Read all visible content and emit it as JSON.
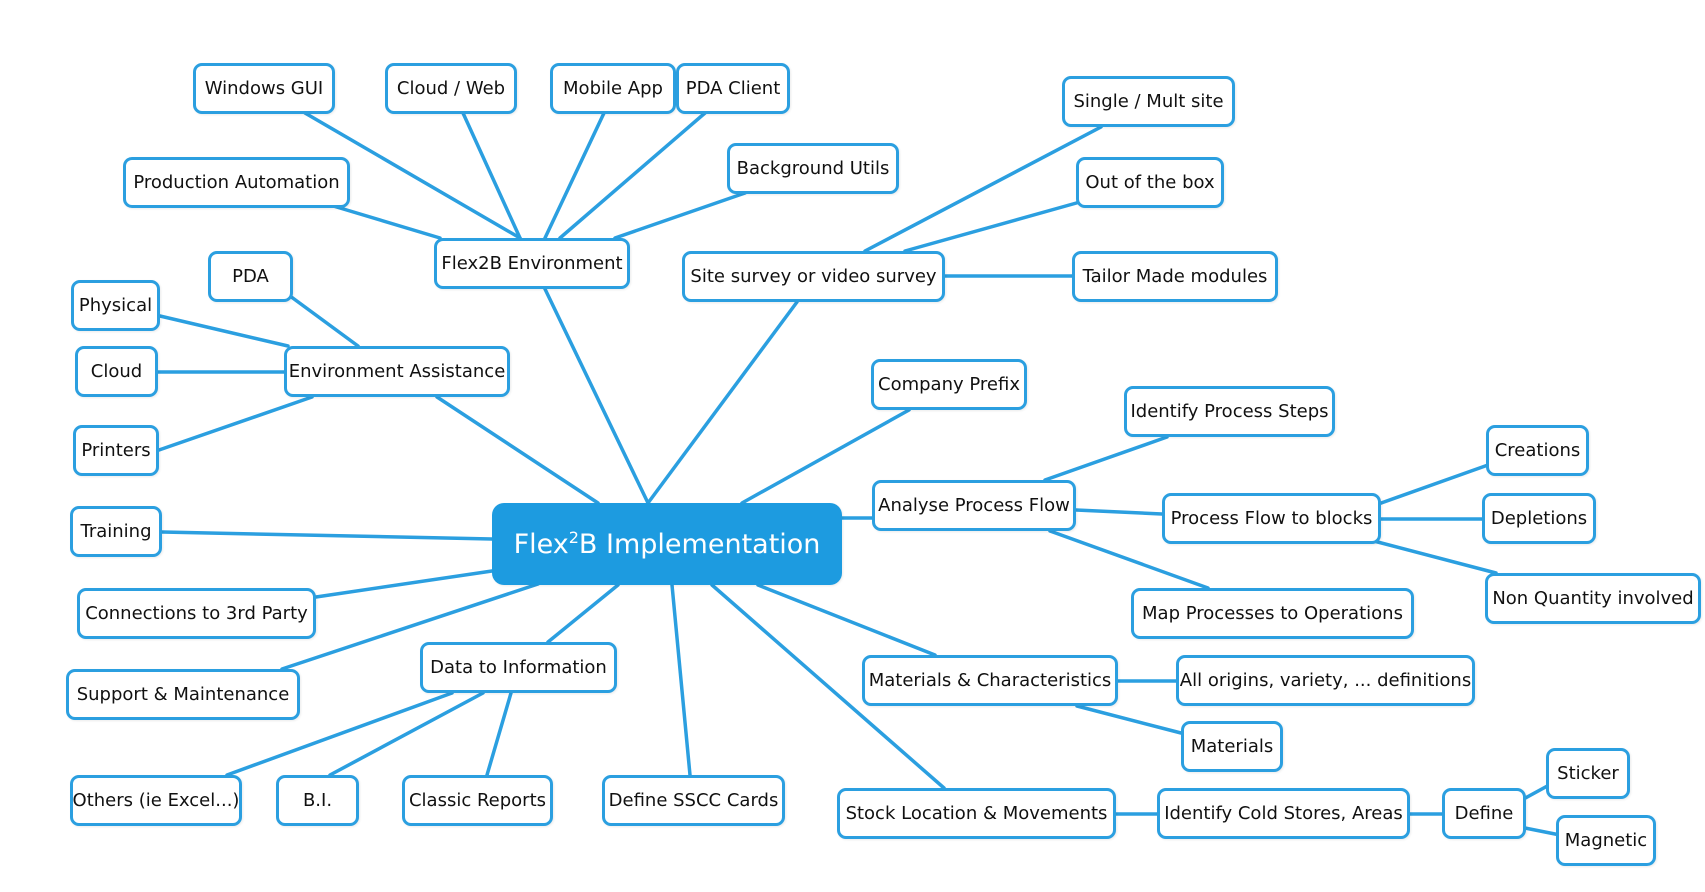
{
  "colors": {
    "accent": "#2b9fe0",
    "root_fill": "#1d9be0",
    "background": "#ffffff",
    "text": "#111111"
  },
  "root": {
    "label_main": "Flex",
    "label_sup": "2",
    "label_tail": "B Implementation"
  },
  "nodes": {
    "windows_gui": "Windows GUI",
    "cloud_web": "Cloud / Web",
    "mobile_app": "Mobile App",
    "pda_client": "PDA Client",
    "production_automation": "Production Automation",
    "background_utils": "Background Utils",
    "flex2b_environment": "Flex2B Environment",
    "single_mult_site": "Single / Mult site",
    "out_of_the_box": "Out of the box",
    "site_survey": "Site survey or  video survey",
    "tailor_made_modules": "Tailor Made modules",
    "pda": "PDA",
    "physical": "Physical",
    "cloud": "Cloud",
    "printers": "Printers",
    "environment_assistance": "Environment Assistance",
    "company_prefix": "Company Prefix",
    "identify_process_steps": "Identify Process Steps",
    "creations": "Creations",
    "analyse_process_flow": "Analyse Process Flow",
    "process_flow_to_blocks": "Process Flow to blocks",
    "depletions": "Depletions",
    "non_quantity_involved": "Non Quantity involved",
    "training": "Training",
    "connections_3rd_party": "Connections to 3rd Party",
    "map_processes_to_operations": "Map Processes to Operations",
    "support_maintenance": "Support & Maintenance",
    "data_to_information": "Data to Information",
    "materials_characteristics": "Materials & Characteristics",
    "all_origins": "All origins, variety, ... definitions",
    "materials": "Materials",
    "others_excel": "Others (ie Excel...)",
    "bi": "B.I.",
    "classic_reports": "Classic Reports",
    "define_sscc_cards": "Define SSCC Cards",
    "stock_location_movements": "Stock Location & Movements",
    "identify_cold_stores": "Identify Cold Stores, Areas",
    "define": "Define",
    "sticker": "Sticker",
    "magnetic": "Magnetic"
  }
}
